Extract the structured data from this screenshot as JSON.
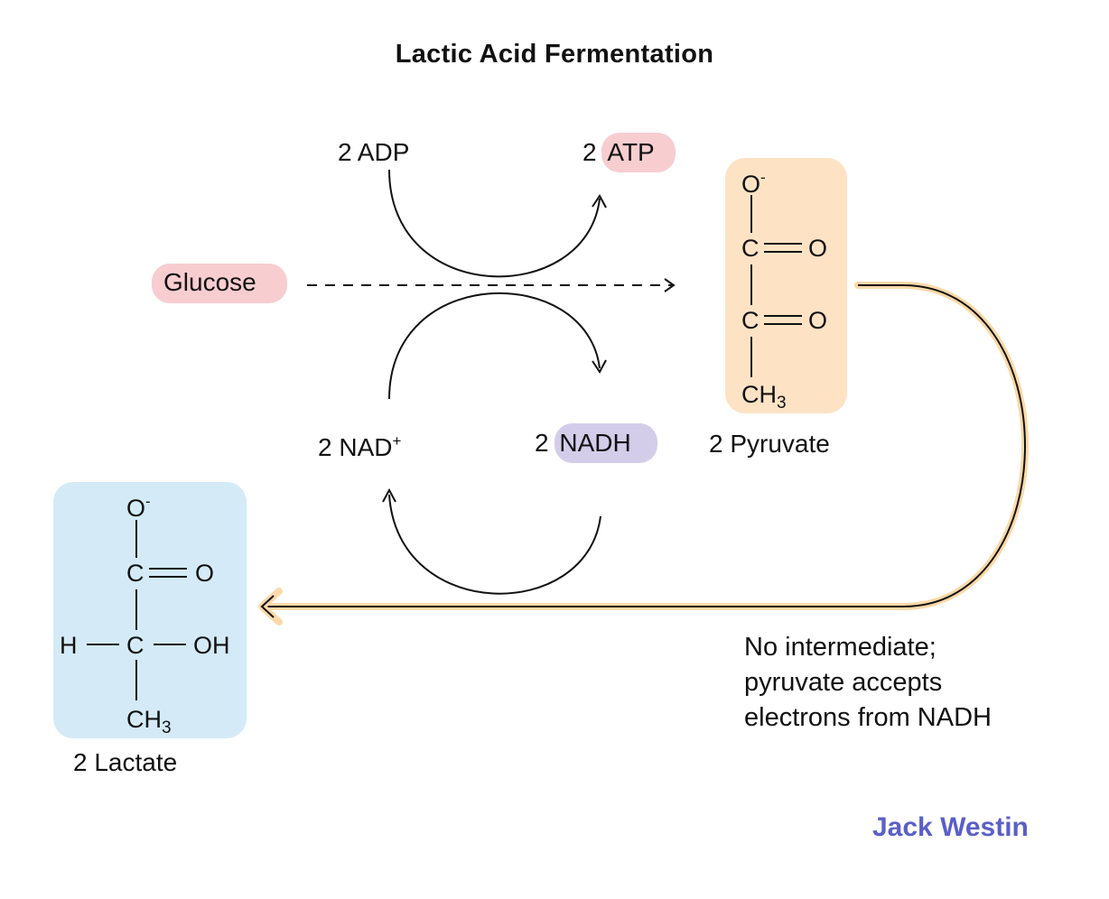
{
  "title": "Lactic Acid Fermentation",
  "glucose": "Glucose",
  "adp": "2 ADP",
  "atp": {
    "prefix": "2",
    "name": "ATP"
  },
  "nad": {
    "text": "2 NAD",
    "charge": "+"
  },
  "nadh": {
    "prefix": "2",
    "name": "NADH"
  },
  "pyruvate": {
    "label": "2 Pyruvate",
    "atoms": {
      "o_minus": "O",
      "minus": "-",
      "c1": "C",
      "o1": "O",
      "c2": "C",
      "o2": "O",
      "ch": "CH",
      "sub3": "3"
    }
  },
  "lactate": {
    "label": "2 Lactate",
    "atoms": {
      "o_minus": "O",
      "minus": "-",
      "c1": "C",
      "o1": "O",
      "h": "H",
      "c2": "C",
      "oh": "OH",
      "ch": "CH",
      "sub3": "3"
    }
  },
  "note_lines": [
    "No intermediate;",
    "pyruvate accepts",
    "electrons from NADH"
  ],
  "brand": "Jack Westin",
  "colors": {
    "glucose_pill": "#f7cdd0",
    "atp_pill": "#f7cdd0",
    "nadh_pill": "#d3cdea",
    "pyruvate_box": "#fde3c4",
    "lactate_box": "#d4ebf7",
    "arrow_glow": "#fbd9a8",
    "brand": "#5b5fc7"
  }
}
